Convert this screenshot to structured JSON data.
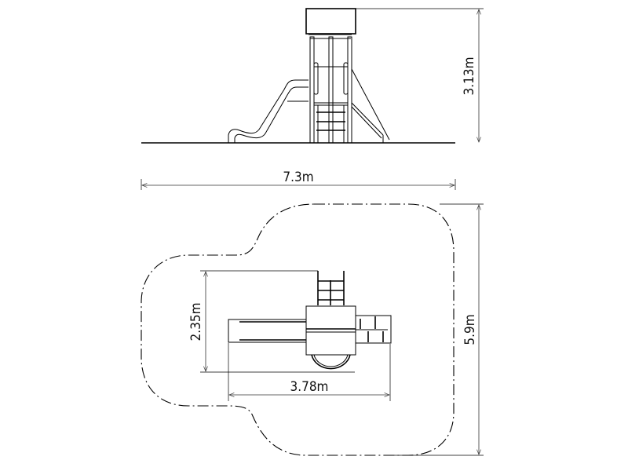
{
  "drawing": {
    "elevation_view": {
      "height_dimension": "3.13m"
    },
    "plan_view": {
      "overall_width_dimension": "7.3m",
      "overall_depth_dimension": "5.9m",
      "equipment_depth_dimension": "2.35m",
      "equipment_width_dimension": "3.78m"
    }
  }
}
